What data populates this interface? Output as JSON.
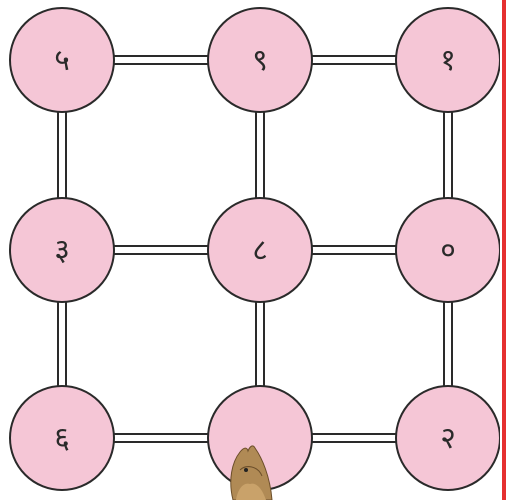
{
  "colors": {
    "node_fill": "#f5c6d6",
    "node_stroke": "#2a2a2a",
    "edge_stroke": "#2a2a2a",
    "border": "#e53030",
    "background": "#ffffff"
  },
  "grid": {
    "rows": [
      [
        "५",
        "९",
        "१"
      ],
      [
        "३",
        "८",
        "०"
      ],
      [
        "६",
        "",
        "२"
      ]
    ]
  },
  "pieces": [
    {
      "name": "squirrel-token",
      "row": 2,
      "col": 1,
      "icon": "squirrel-icon"
    }
  ]
}
